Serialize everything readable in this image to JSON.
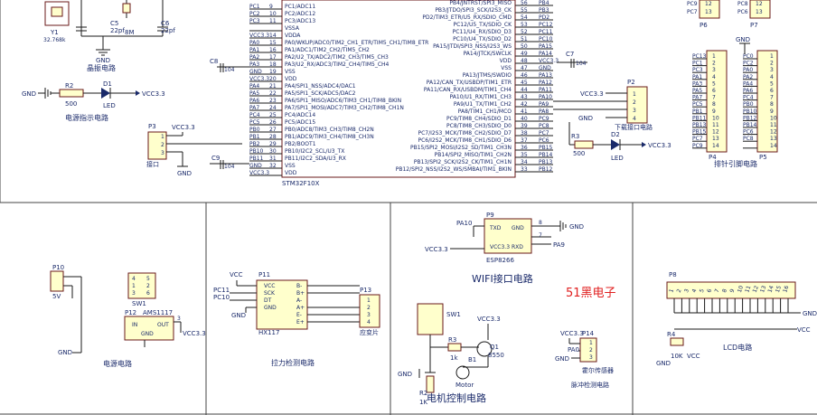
{
  "mcu": {
    "name": "STM32F10X",
    "left_nets": [
      "PC1",
      "PC2",
      "PC3",
      "VCC3.3",
      "PA0",
      "PA1",
      "PA2",
      "PA3",
      "GND",
      "VCC3.3",
      "PA4",
      "PA5",
      "PA6",
      "PA7",
      "PC4",
      "PC5",
      "PB0",
      "PB1",
      "PB2",
      "PB10",
      "PB11",
      "GND",
      "VCC3.3"
    ],
    "left_pins": [
      "9",
      "10",
      "11",
      "",
      "14",
      "15",
      "16",
      "17",
      "18",
      "19",
      "20",
      "21",
      "22",
      "23",
      "24",
      "25",
      "26",
      "27",
      "28",
      "29",
      "30",
      "31",
      "32"
    ],
    "left_fn": [
      "PC1/ADC11",
      "PC2/ADC12",
      "PC3/ADC13",
      "VSSA",
      "VDDA",
      "PA0/WKUP/ADC0/TIM2_CH1_ETR/TIM5_CH1/TIM8_ETR",
      "PA1/ADC1/TIM2_CH2/TIM5_CH2",
      "PA2/U2_TX/ADC2/TIM2_CH3/TIM5_CH3",
      "PA3/U2_RX/ADC3/TIM2_CH4/TIM5_CH4",
      "VSS",
      "VDD",
      "PA4/SPI1_NSS/ADC4/DAC1",
      "PA5/SPI1_SCK/ADC5/DAC2",
      "PA6/SPI1_MISO/ADC6/TIM3_CH1/TIM8_BKIN",
      "PA7/SPI1_MOSI/ADC7/TIM3_CH2/TIM8_CH1N",
      "PC4/ADC14",
      "PC5/ADC15",
      "PB0/ADC8/TIM3_CH3/TIM8_CH2N",
      "PB1/ADC9/TIM3_CH4/TIM8_CH3N",
      "PB2/BOOT1",
      "PB10/I2C2_SCL/U3_TX",
      "PB11/I2C2_SDA/U3_RX",
      "VSS",
      "VDD"
    ],
    "right_fn": [
      "PB4/JNTRST/SPI3_MISO",
      "PB3/JTDO/SPI3_SCK/I2S3_CK",
      "PD2/TIM3_ETR/U5_RX/SDIO_CMD",
      "PC12/U5_TX/SDIO_CK",
      "PC11/U4_RX/SDIO_D3",
      "PC10/U4_TX/SDIO_D2",
      "PA15/JTDI/SPI3_NSS/I2S3_WS",
      "PA14/JTCK/SWCLK",
      "VDD",
      "VSS",
      "PA13/JTMS/SWDIO",
      "PA12/CAN_TX/USBDP/TIM1_ETR",
      "PA11/CAN_RX/USBDM/TIM1_CH4",
      "PA10/U1_RX/TIM1_CH3",
      "PA9/U1_TX/TIM1_CH2",
      "PA8/TIM1_CH1/MCO",
      "PC9/TIM8_CH4/SDIO_D1",
      "PC8/TIM8_CH3/SDIO_D0",
      "PC7/I2S3_MCK/TIM8_CH2/SDIO_D7",
      "PC6/I2S2_MCK/TIM8_CH1/SDIO_D6",
      "PB15/SPI2_MOSI/I2S2_SD/TIM1_CH3N",
      "PB14/SPI2_MISO/TIM1_CH2N",
      "PB13/SPI2_SCK/I2S2_CK/TIM1_CH1N",
      "PB12/SPI2_NSS/I2S2_WS/SMBAI/TIM1_BKIN"
    ],
    "right_pins": [
      "56",
      "55",
      "54",
      "53",
      "52",
      "51",
      "50",
      "49",
      "48",
      "47",
      "46",
      "45",
      "44",
      "43",
      "42",
      "41",
      "40",
      "39",
      "38",
      "37",
      "36",
      "35",
      "34",
      "33"
    ],
    "right_nets": [
      "PB4",
      "PB3",
      "PD2",
      "PC12",
      "PC11",
      "PC10",
      "PA15",
      "PA14",
      "VCC3.3",
      "GND",
      "PA13",
      "PA12",
      "PA11",
      "PA10",
      "PA9",
      "PA8",
      "PC9",
      "PC8",
      "PC7",
      "PC6",
      "PB15",
      "PB14",
      "PB13",
      "PB12"
    ]
  },
  "crystal": {
    "ref": "Y1",
    "freq": "32.768k",
    "c5": "C5",
    "c5v": "22pf",
    "c6": "C6",
    "c6v": "22pf",
    "gnd": "GND",
    "mhz": "8M",
    "label": "晶振电路"
  },
  "c8": {
    "ref": "C8",
    "val": "104"
  },
  "c9": {
    "ref": "C9",
    "val": "104"
  },
  "c7": {
    "ref": "C7",
    "val": "104"
  },
  "power_led": {
    "gnd": "GND",
    "r": "R2",
    "rv": "500",
    "d": "D1",
    "dv": "LED",
    "vcc": "VCC3.3",
    "label": "电源指示电路"
  },
  "p3": {
    "ref": "P3",
    "vcc": "VCC3.3",
    "gnd": "GND",
    "pins": [
      "1",
      "2",
      "3"
    ],
    "label": "接口"
  },
  "p2": {
    "ref": "P2",
    "vcc": "VCC3.3",
    "gnd": "GND",
    "pins": [
      "1",
      "2",
      "3",
      "4"
    ],
    "label": "下载接口电路"
  },
  "led2": {
    "r": "R3",
    "rv": "500",
    "d": "D2",
    "dv": "LED",
    "vcc": "VCC3.3"
  },
  "p6": {
    "ref": "P6",
    "nets": [
      "PC9",
      "PC7"
    ],
    "pins": [
      "12",
      "13"
    ]
  },
  "p7": {
    "ref": "P7",
    "nets": [
      "PC8",
      "PC6"
    ],
    "pins": [
      "12",
      "13"
    ]
  },
  "p4": {
    "ref": "P4",
    "nets": [
      "PC13",
      "PC1",
      "PC3",
      "PA1",
      "PA3",
      "PA5",
      "PA7",
      "PC5",
      "PB1",
      "PB11",
      "PB13",
      "PB15",
      "PC7",
      "PC9"
    ],
    "pins": [
      "1",
      "2",
      "3",
      "4",
      "5",
      "6",
      "7",
      "8",
      "9",
      "10",
      "11",
      "12",
      "13",
      "14"
    ]
  },
  "p5": {
    "ref": "P5",
    "gnd": "GND",
    "nets": [
      "PC0",
      "PC2",
      "PA0",
      "PA2",
      "PA4",
      "PA6",
      "PC4",
      "PB0",
      "PB10",
      "PB12",
      "PB14",
      "PC6",
      "PC8"
    ],
    "pins": [
      "1",
      "2",
      "3",
      "4",
      "5",
      "6",
      "7",
      "8",
      "9",
      "10",
      "11",
      "12",
      "13",
      "14"
    ]
  },
  "header_label": "排针引脚电路",
  "power": {
    "p10": "P10",
    "p10v": "5V",
    "sw": "SW1",
    "p12": "P12",
    "ic": "AMS1117",
    "vin": "IN",
    "vout": "OUT",
    "gndp": "GND",
    "pin3": "3",
    "pin2": "2",
    "vcc": "VCC3.3",
    "gnd": "GND",
    "label": "电源电路"
  },
  "hx": {
    "ref": "P11",
    "vcc": "VCC",
    "ic": "HX117",
    "pins_l": [
      "VCC",
      "SCK",
      "DT",
      "GND"
    ],
    "pins_r": [
      "B-",
      "B+",
      "A-",
      "A+",
      "E-",
      "E+"
    ],
    "nets": [
      "PC11",
      "PC10"
    ],
    "gnd": "GND",
    "p13": "P13",
    "p13p": [
      "1",
      "2",
      "3",
      "4"
    ],
    "p13l": "应变片",
    "label": "拉力检测电路"
  },
  "wifi": {
    "ref": "P9",
    "ic": "ESP8266",
    "txd": "TXD",
    "gnd": "GND",
    "vcc": "VCC3.3",
    "rxd": "RXD",
    "p8": "8",
    "p7": "7",
    "pa10": "PA10",
    "pa9": "PA9",
    "vcc33": "VCC3.3",
    "gnd2": "GND",
    "label": "WIFI接口电路",
    "brand": "51黑电子"
  },
  "motor": {
    "sw": "SW1",
    "vcc": "VCC3.3",
    "r3": "R3",
    "r3v": "1k",
    "q": "Q1",
    "qv": "8550",
    "b": "B1",
    "bv": "Motor",
    "r2": "R2",
    "r2v": "1K",
    "gnd": "GND",
    "label": "电机控制电路"
  },
  "hall": {
    "ref": "P14",
    "vcc": "VCC3.3",
    "pa": "PA0",
    "gnd": "GND",
    "pins": [
      "1",
      "2",
      "3"
    ],
    "label1": "霍尔传感器",
    "label2": "脉冲检测电路"
  },
  "lcd": {
    "ref": "P8",
    "r": "R4",
    "rv": "10K",
    "gnd": "GND",
    "vcc": "VCC",
    "label": "LCD电路",
    "vcc2": "VCC",
    "gnd2": "GND"
  }
}
